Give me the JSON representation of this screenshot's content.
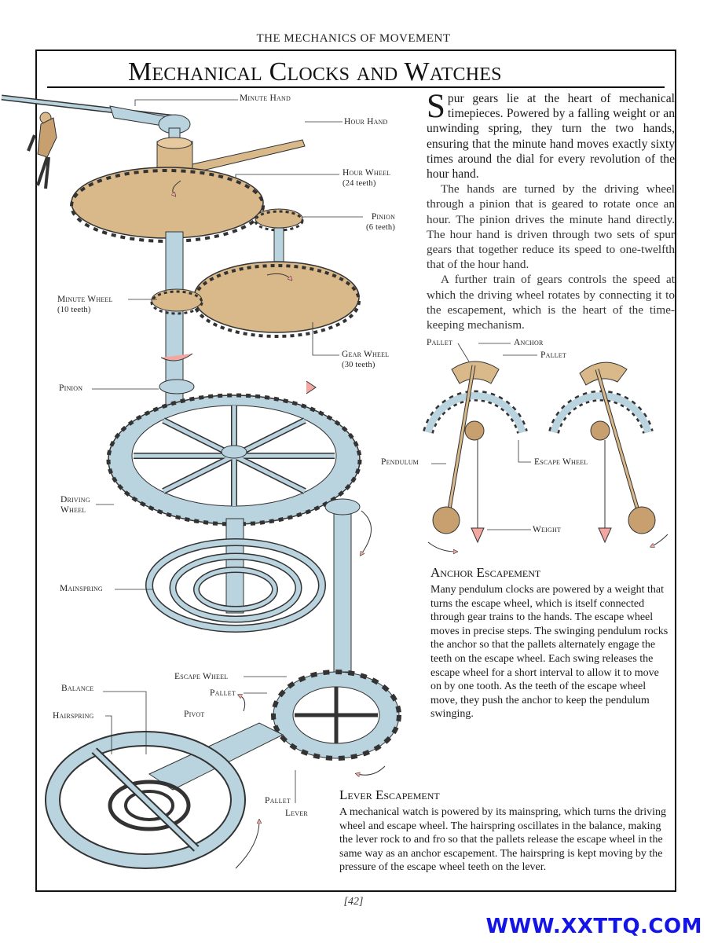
{
  "running_head": "THE MECHANICS OF MOVEMENT",
  "title": "Mechanical Clocks and Watches",
  "intro": {
    "dropcap": "S",
    "p1": "pur gears lie at the heart of mechanical timepieces. Powered by a falling weight or an unwinding spring, they turn the two hands, ensuring that the minute hand moves exactly sixty times around the dial for every revolution of the hour hand.",
    "p2": "The hands are turned by the driving wheel through a pinion that is geared to rotate once an hour. The pinion drives the minute hand directly. The hour hand is driven through two sets of spur gears that together reduce its speed to one-twelfth that of the hour hand.",
    "p3": "A further train of gears controls the speed at which the driving wheel rotates by connecting it to the escapement, which is the heart of the time-keeping mechanism."
  },
  "labels": {
    "minute_hand": "Minute Hand",
    "hour_hand": "Hour Hand",
    "hour_wheel": "Hour Wheel",
    "hour_wheel_teeth": "(24 teeth)",
    "pinion_top": "Pinion",
    "pinion_top_teeth": "(6 teeth)",
    "minute_wheel": "Minute Wheel",
    "minute_wheel_teeth": "(10 teeth)",
    "gear_wheel": "Gear Wheel",
    "gear_wheel_teeth": "(30 teeth)",
    "pinion_mid": "Pinion",
    "driving_wheel_1": "Driving",
    "driving_wheel_2": "Wheel",
    "mainspring": "Mainspring",
    "escape_wheel_lever": "Escape Wheel",
    "balance": "Balance",
    "pallet_lever_top": "Pallet",
    "hairspring": "Hairspring",
    "pivot": "Pivot",
    "pallet_lever_bottom": "Pallet",
    "lever": "Lever",
    "pallet_anchor_left": "Pallet",
    "anchor": "Anchor",
    "pallet_anchor_right": "Pallet",
    "pendulum": "Pendulum",
    "escape_wheel_anchor": "Escape Wheel",
    "weight": "Weight"
  },
  "anchor_escapement": {
    "heading": "Anchor Escapement",
    "body": "Many pendulum clocks are powered by a weight that turns the escape wheel, which is itself connected through gear trains to the hands. The escape wheel moves in precise steps. The swinging pendulum rocks the anchor so that the pallets alternately engage the teeth on the escape wheel. Each swing releases the escape wheel for a short interval to allow it to move on by one tooth. As the teeth of the escape wheel move, they push the anchor to keep the pendulum swinging."
  },
  "lever_escapement": {
    "heading": "Lever Escapement",
    "body": "A mechanical watch is powered by its mainspring, which turns the driving wheel and escape wheel. The hairspring oscillates in the balance, making the lever rock to and fro so that the pallets release the escape wheel in the same way as an anchor escapement. The hairspring is kept moving by the pressure of the escape wheel teeth on the lever."
  },
  "folio": "[42]",
  "watermark": "WWW.XXTTQ.COM",
  "colors": {
    "wood": "#d9b98a",
    "steel": "#b9d3df",
    "arrow": "#f4a7a0",
    "ink": "#1a1a1a",
    "watermark": "#1414e6"
  }
}
